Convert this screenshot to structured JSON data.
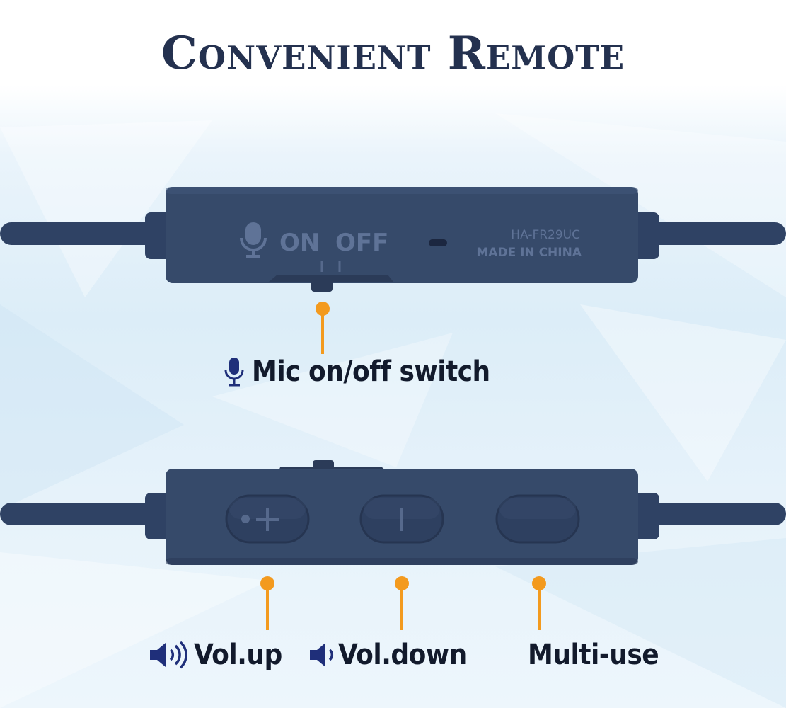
{
  "title": "Convenient Remote",
  "top_remote": {
    "mic_on_label": "ON",
    "mic_off_label": "OFF",
    "model_text": "HA-FR29UC",
    "origin_text": "MADE IN CHINA"
  },
  "callouts": {
    "mic_switch": "Mic on/off switch",
    "vol_up": "Vol.up",
    "vol_down": "Vol.down",
    "multi_use": "Multi-use"
  },
  "colors": {
    "remote_body": "#364a6a",
    "cable": "#2f4264",
    "callout_dot": "#f39a1e",
    "title": "#24314f",
    "icon": "#1f2f7a"
  },
  "icons": [
    "microphone-icon",
    "speaker-loud-icon",
    "speaker-soft-icon"
  ]
}
